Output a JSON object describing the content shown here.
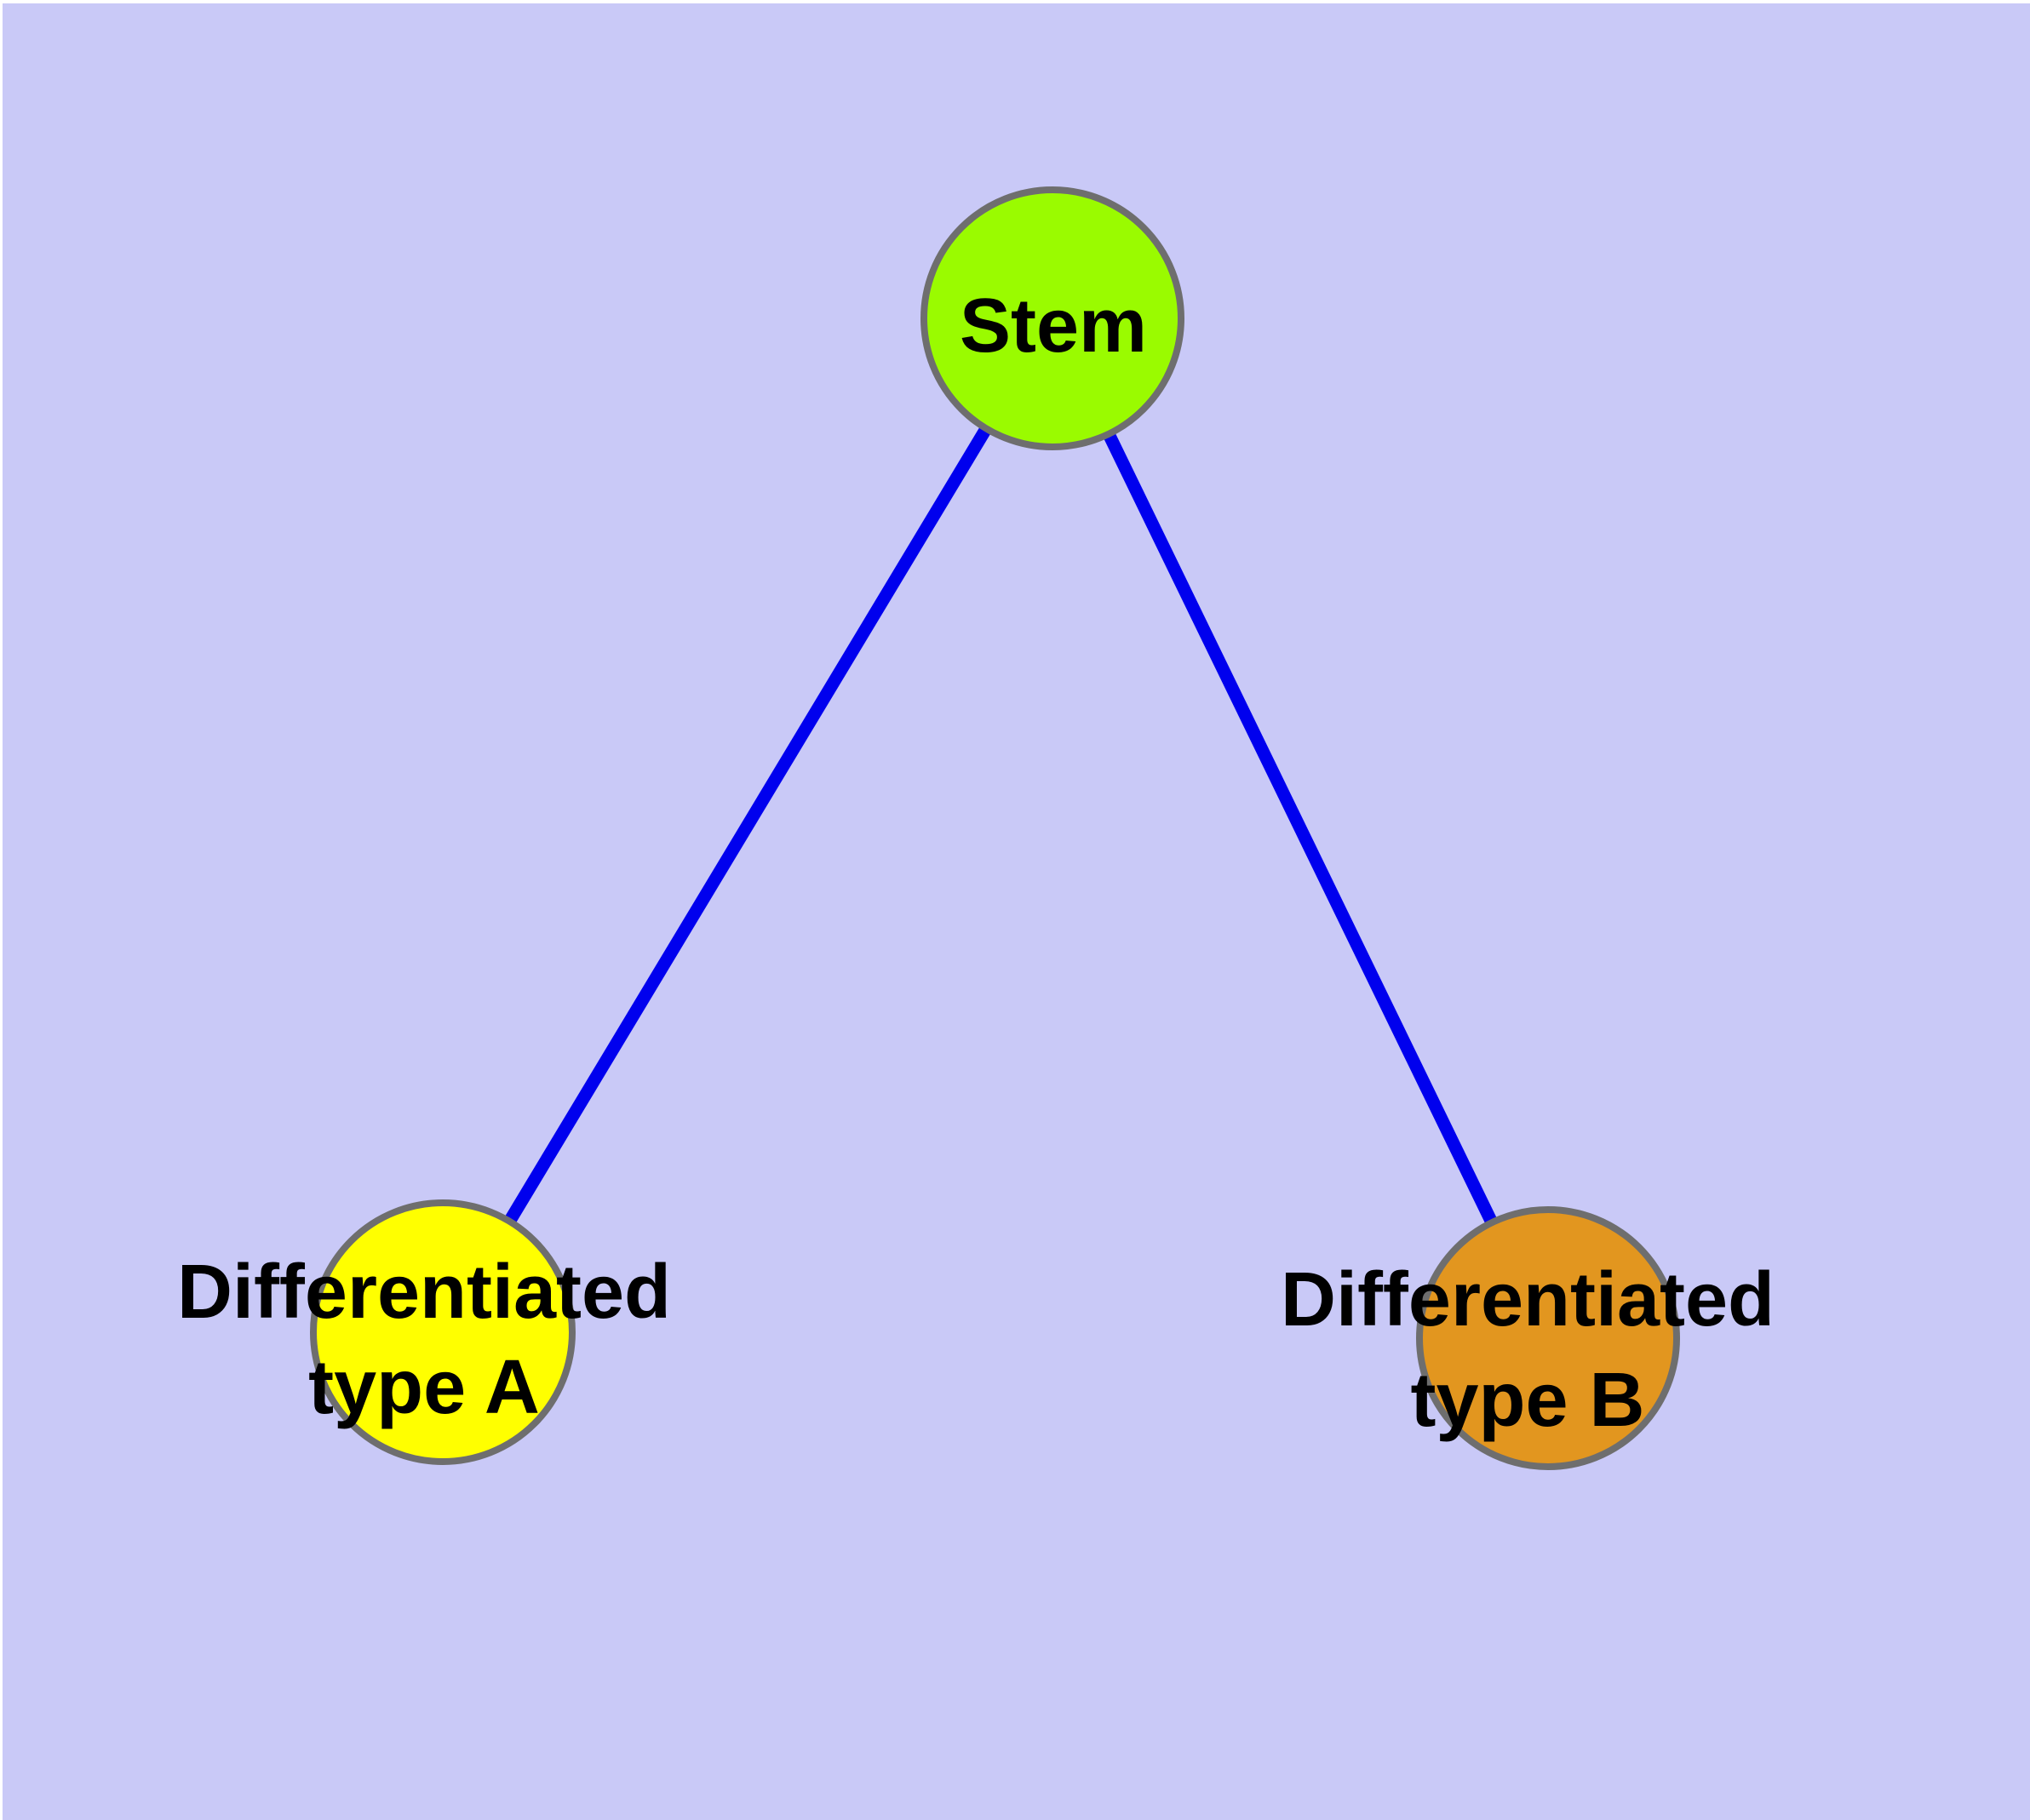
{
  "diagram": {
    "background_color": "#C9C9F7",
    "node_border_color": "#6E6E6E",
    "edge_color": "#0000EE",
    "label_color": "#000000",
    "nodes": {
      "stem": {
        "label": "Stem",
        "color": "#9AFB00"
      },
      "type_a": {
        "label_line1": "Differentiated",
        "label_line2": "type A",
        "color": "#FFFF00"
      },
      "type_b": {
        "label_line1": "Differentiated",
        "label_line2": "type B",
        "color": "#E2961F"
      }
    },
    "edges": [
      {
        "from": "Stem",
        "to": "Differentiated type A"
      },
      {
        "from": "Stem",
        "to": "Differentiated type B"
      }
    ]
  }
}
